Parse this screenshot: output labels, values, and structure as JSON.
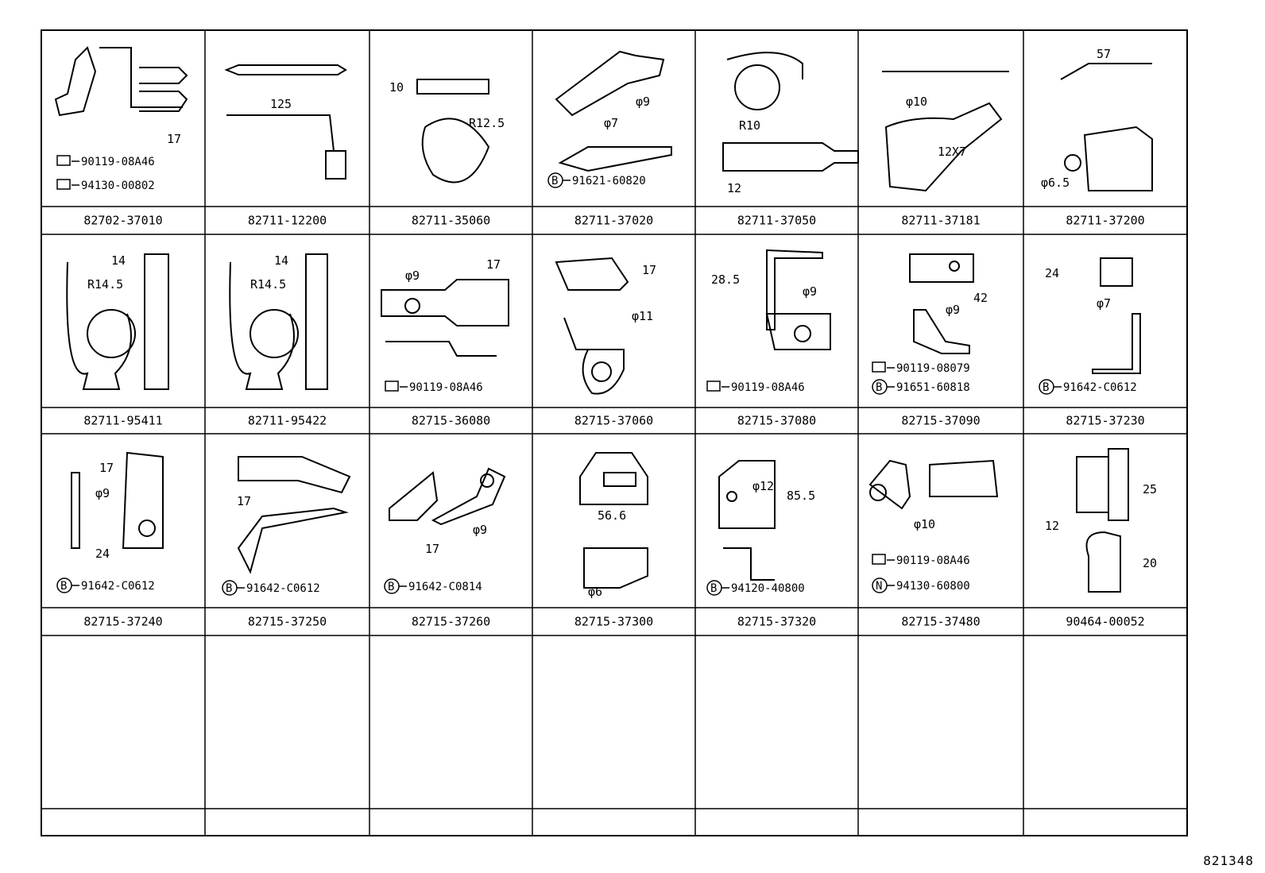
{
  "sheet_ref": "821348",
  "cells": [
    {
      "part": "82702-37010",
      "dims": [
        "17"
      ],
      "refs": [
        {
          "badge": "",
          "text": "90119-08A46"
        },
        {
          "badge": "",
          "text": "94130-00802"
        }
      ]
    },
    {
      "part": "82711-12200",
      "dims": [
        "125"
      ],
      "refs": []
    },
    {
      "part": "82711-35060",
      "dims": [
        "10",
        "R12.5"
      ],
      "refs": []
    },
    {
      "part": "82711-37020",
      "dims": [
        "φ9",
        "φ7"
      ],
      "refs": [
        {
          "badge": "B",
          "text": "91621-60820"
        }
      ]
    },
    {
      "part": "82711-37050",
      "dims": [
        "R10",
        "12"
      ],
      "refs": []
    },
    {
      "part": "82711-37181",
      "dims": [
        "φ10",
        "12X7"
      ],
      "refs": []
    },
    {
      "part": "82711-37200",
      "dims": [
        "57",
        "φ6.5"
      ],
      "refs": []
    },
    {
      "part": "82711-95411",
      "dims": [
        "14",
        "R14.5"
      ],
      "refs": []
    },
    {
      "part": "82711-95422",
      "dims": [
        "14",
        "R14.5"
      ],
      "refs": []
    },
    {
      "part": "82715-36080",
      "dims": [
        "φ9",
        "17"
      ],
      "refs": [
        {
          "badge": "",
          "text": "90119-08A46"
        }
      ]
    },
    {
      "part": "82715-37060",
      "dims": [
        "17",
        "φ11"
      ],
      "refs": []
    },
    {
      "part": "82715-37080",
      "dims": [
        "28.5",
        "φ9"
      ],
      "refs": [
        {
          "badge": "",
          "text": "90119-08A46"
        }
      ]
    },
    {
      "part": "82715-37090",
      "dims": [
        "42",
        "φ9"
      ],
      "refs": [
        {
          "badge": "",
          "text": "90119-08079"
        },
        {
          "badge": "B",
          "text": "91651-60818"
        }
      ]
    },
    {
      "part": "82715-37230",
      "dims": [
        "24",
        "φ7"
      ],
      "refs": [
        {
          "badge": "B",
          "text": "91642-C0612"
        }
      ]
    },
    {
      "part": "82715-37240",
      "dims": [
        "17",
        "φ9",
        "24"
      ],
      "refs": [
        {
          "badge": "B",
          "text": "91642-C0612"
        }
      ]
    },
    {
      "part": "82715-37250",
      "dims": [
        "17"
      ],
      "refs": [
        {
          "badge": "B",
          "text": "91642-C0612"
        }
      ]
    },
    {
      "part": "82715-37260",
      "dims": [
        "17",
        "φ9"
      ],
      "refs": [
        {
          "badge": "B",
          "text": "91642-C0814"
        }
      ]
    },
    {
      "part": "82715-37300",
      "dims": [
        "56.6",
        "φ6"
      ],
      "refs": []
    },
    {
      "part": "82715-37320",
      "dims": [
        "φ12",
        "85.5"
      ],
      "refs": [
        {
          "badge": "B",
          "text": "94120-40800"
        }
      ]
    },
    {
      "part": "82715-37480",
      "dims": [
        "φ10"
      ],
      "refs": [
        {
          "badge": "",
          "text": "90119-08A46"
        },
        {
          "badge": "N",
          "text": "94130-60800"
        }
      ]
    },
    {
      "part": "90464-00052",
      "dims": [
        "25",
        "12",
        "20"
      ],
      "refs": []
    }
  ]
}
